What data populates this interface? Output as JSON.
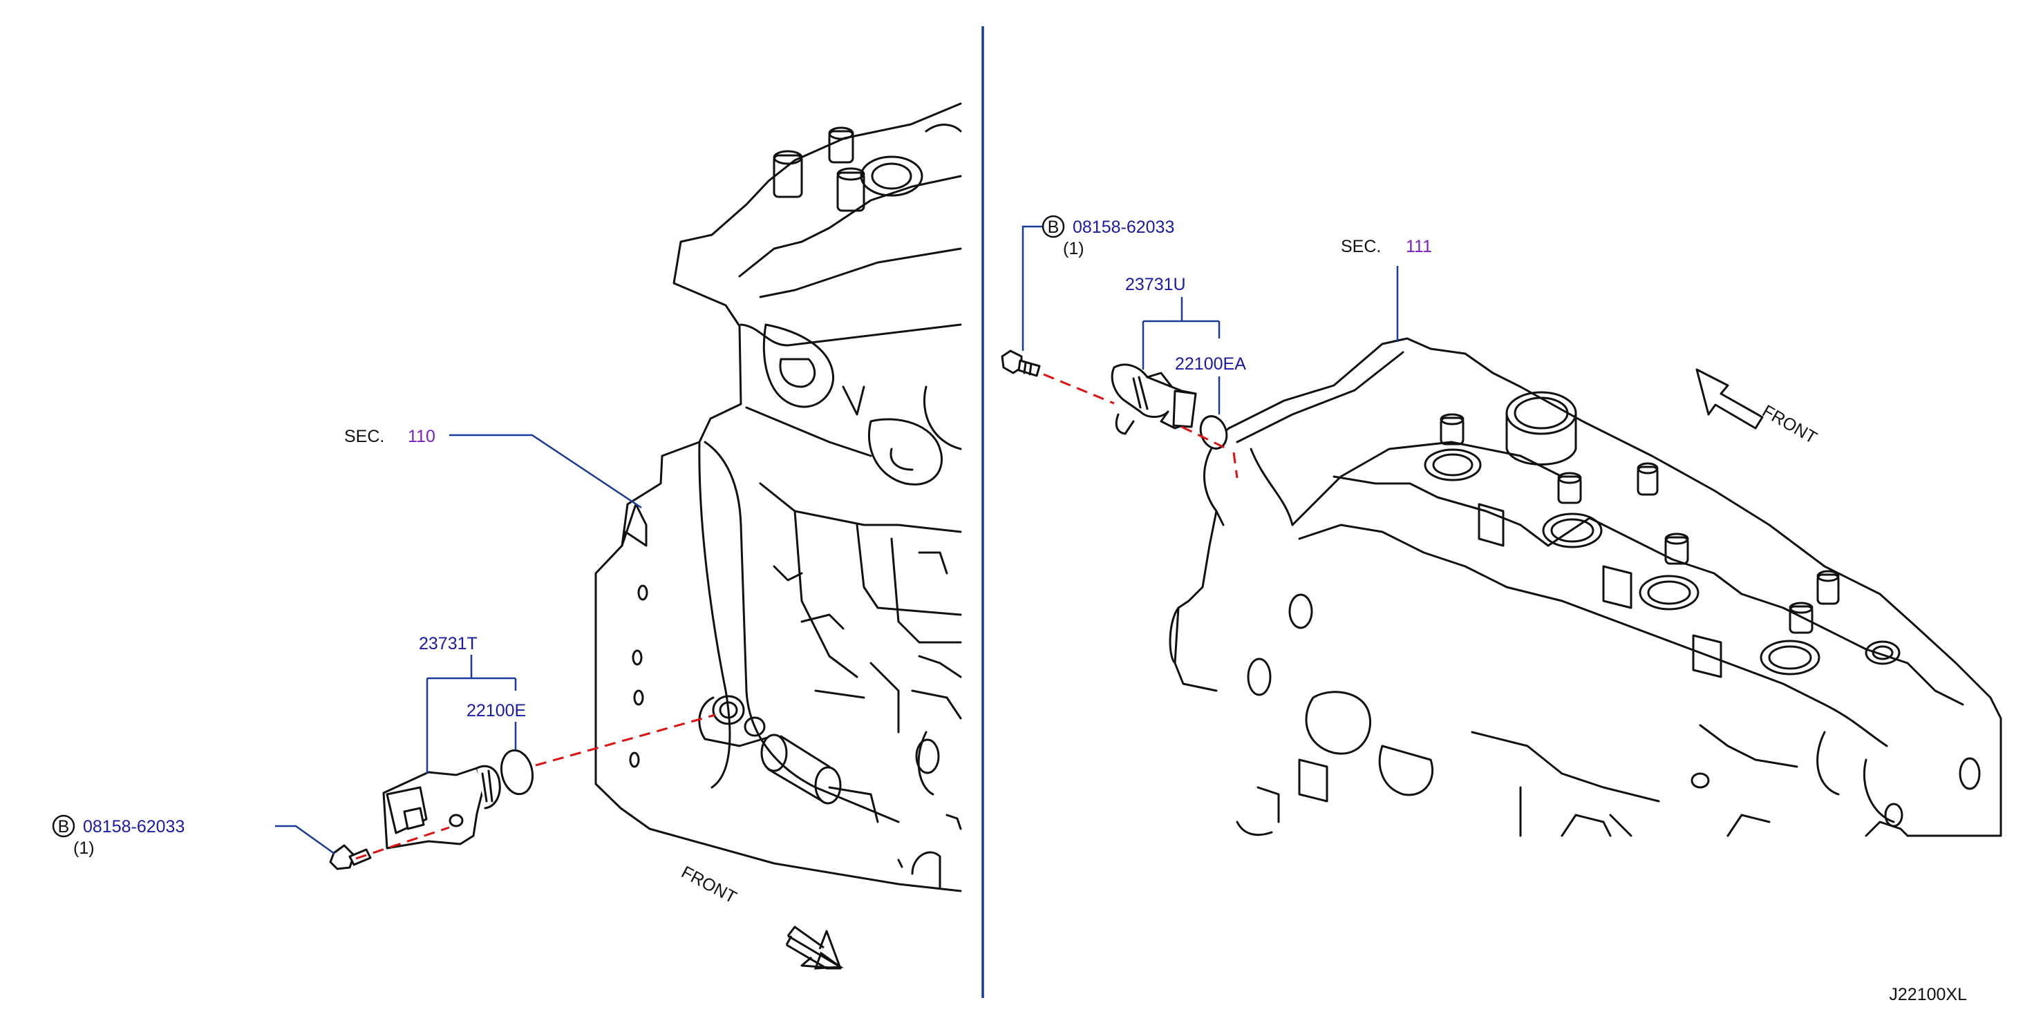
{
  "diagram_id": "J22100XL",
  "colors": {
    "part_number": "#1a1aa8",
    "section_number": "#7a1fc0",
    "leader_line": "#1a3a9a",
    "mounting_axis": "#e01010",
    "drawing": "#111111"
  },
  "left_view": {
    "section": {
      "prefix": "SEC.",
      "number": "110"
    },
    "sensor_part": "23731T",
    "seal_part": "22100E",
    "bolt": {
      "marker": "B",
      "part": "08158-62033",
      "qty": "(1)"
    },
    "direction": "FRONT"
  },
  "right_view": {
    "section": {
      "prefix": "SEC.",
      "number": "111"
    },
    "sensor_part": "23731U",
    "seal_part": "22100EA",
    "bolt": {
      "marker": "B",
      "part": "08158-62033",
      "qty": "(1)"
    },
    "direction": "FRONT"
  }
}
